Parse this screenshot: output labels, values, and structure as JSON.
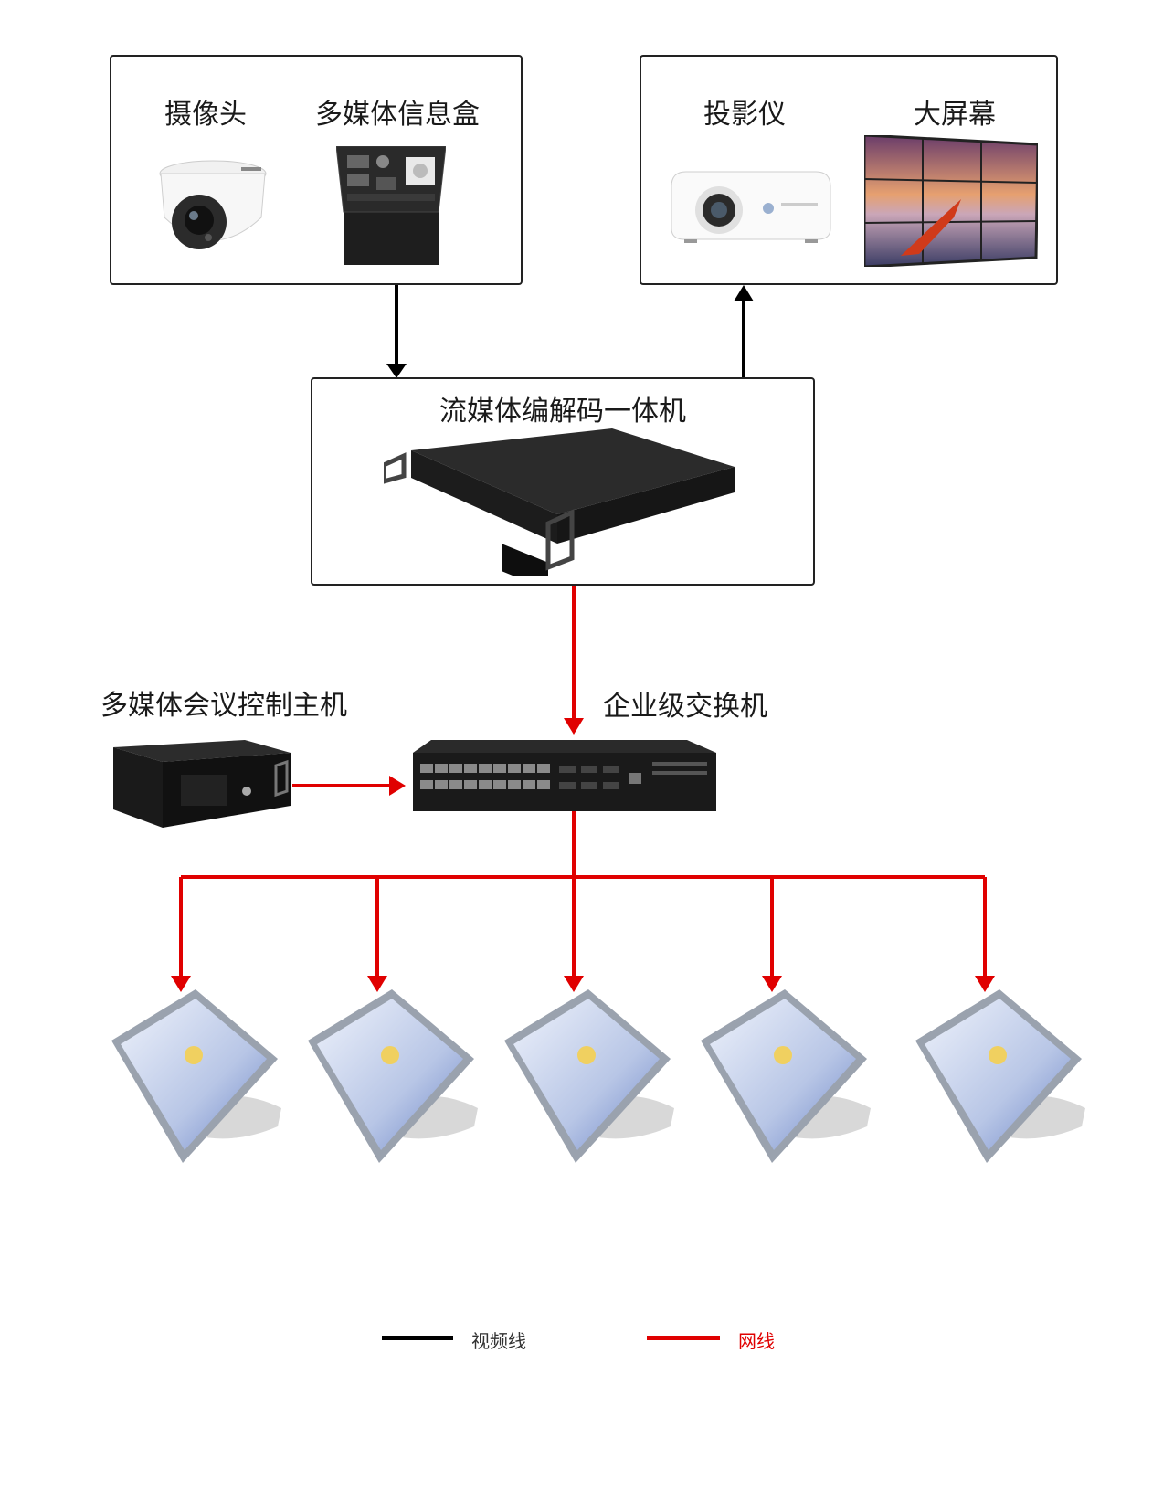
{
  "input_group": {
    "camera_label": "摄像头",
    "mediabox_label": "多媒体信息盒"
  },
  "output_group": {
    "projector_label": "投影仪",
    "screen_label": "大屏幕"
  },
  "codec": {
    "label": "流媒体编解码一体机"
  },
  "control_host": {
    "label": "多媒体会议控制主机"
  },
  "switch": {
    "label": "企业级交换机"
  },
  "terminals": {
    "count": 5
  },
  "legend": {
    "video_line": {
      "label": "视频线",
      "color": "#000000"
    },
    "network_line": {
      "label": "网线",
      "color": "#e00000"
    }
  },
  "icons": [
    "camera-icon",
    "mediabox-icon",
    "projector-icon",
    "screen-icon",
    "codec-device-icon",
    "control-host-icon",
    "switch-icon",
    "terminal-icon"
  ]
}
